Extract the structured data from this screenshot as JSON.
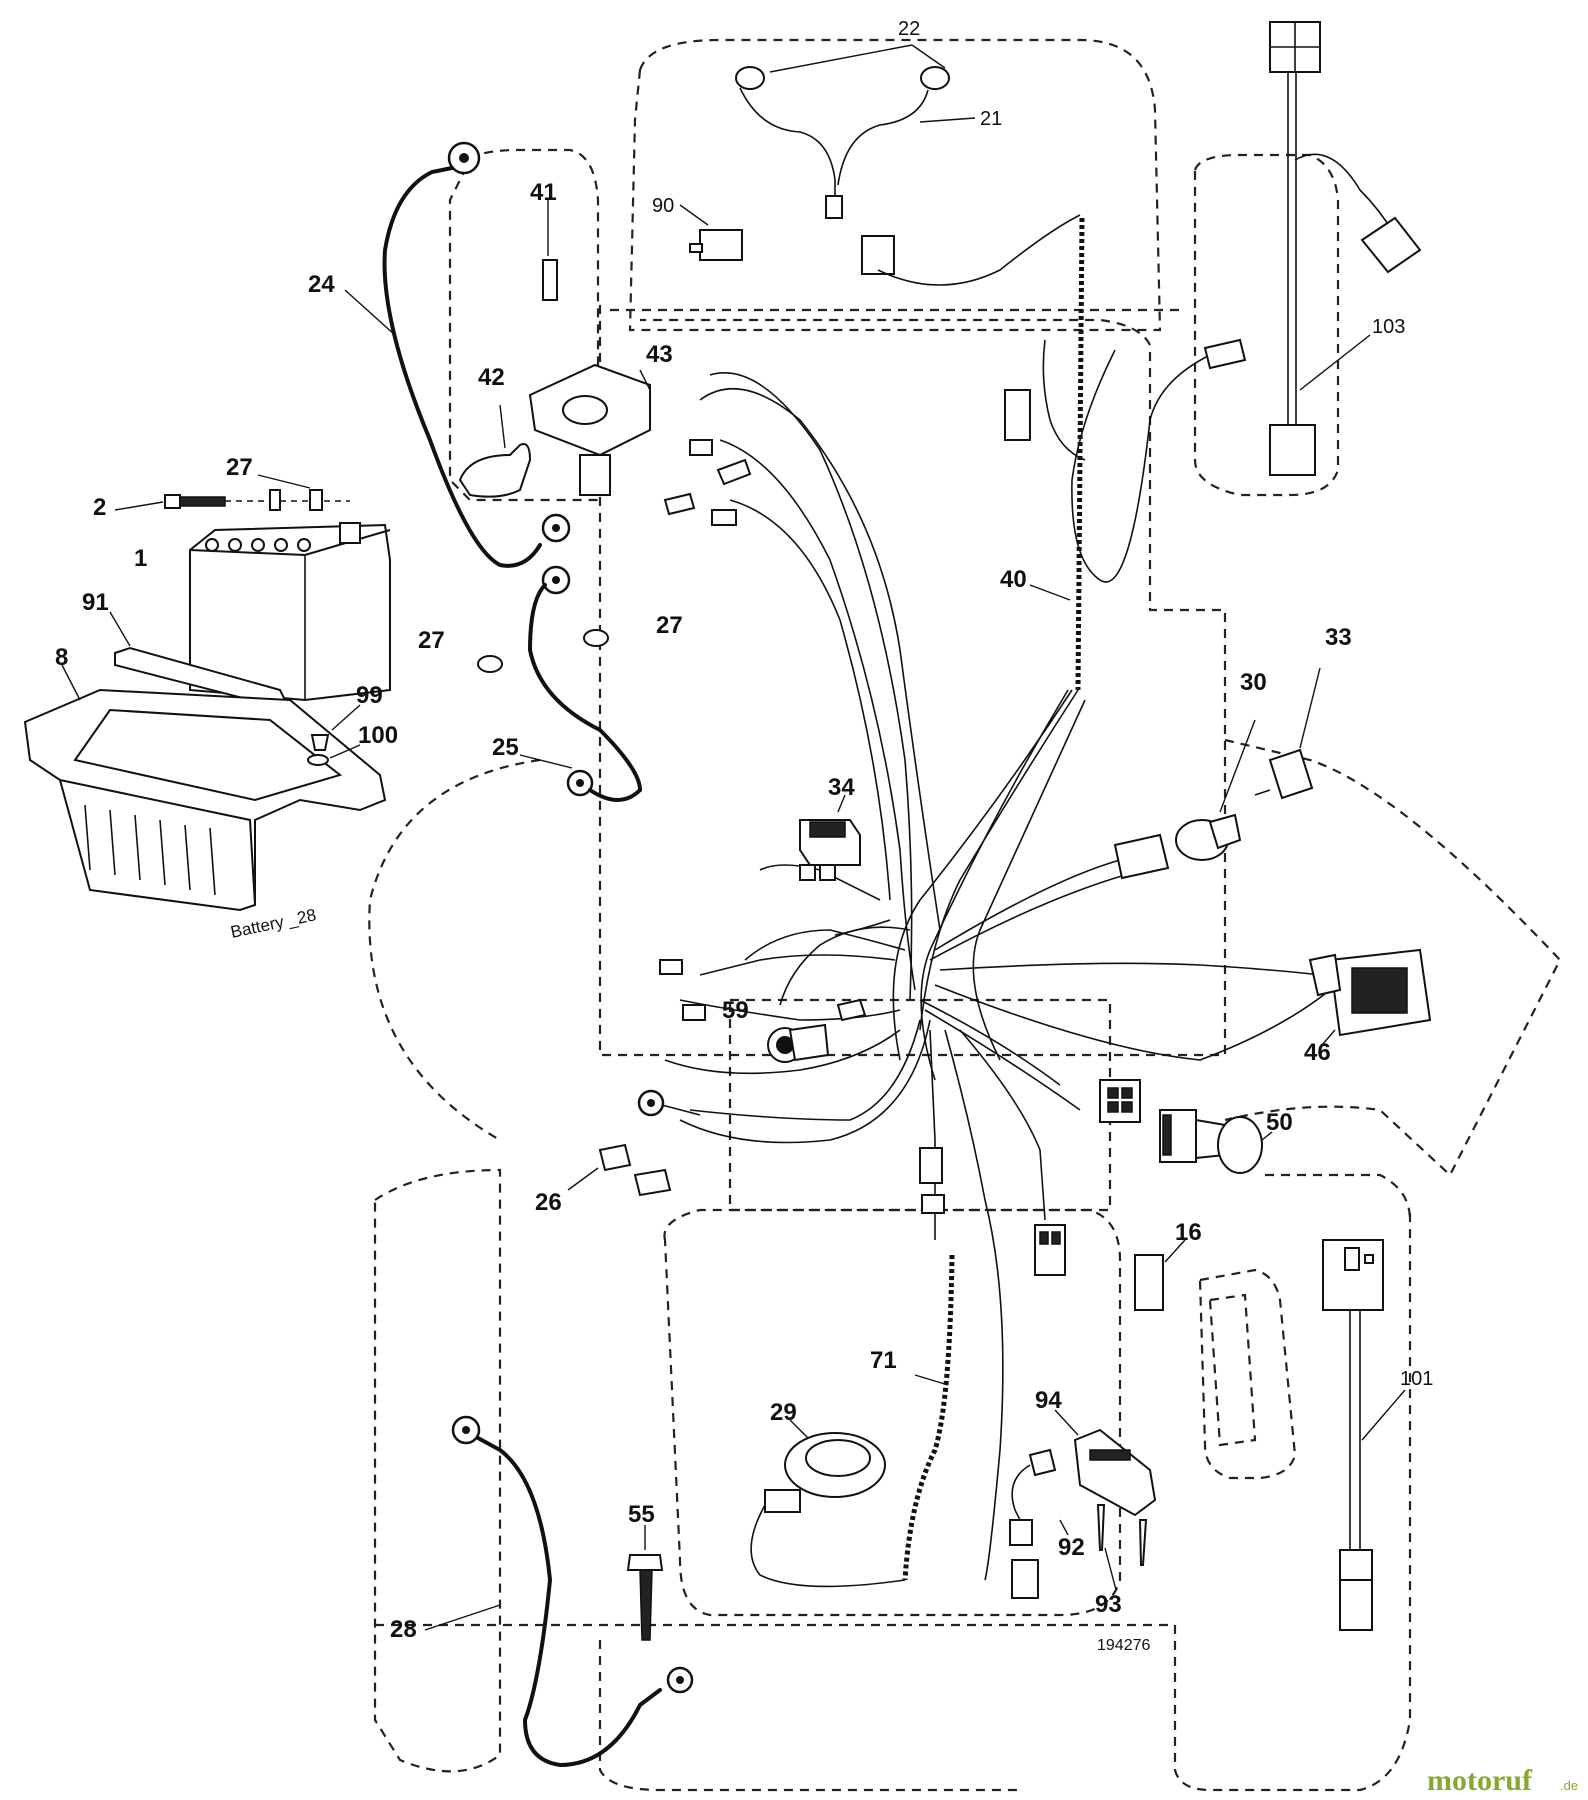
{
  "diagram": {
    "drawing_number": "194276",
    "battery_caption": "Battery _28",
    "callouts": {
      "c1": "1",
      "c2": "2",
      "c8": "8",
      "c16": "16",
      "c21": "21",
      "c22": "22",
      "c24": "24",
      "c25": "25",
      "c26": "26",
      "c27a": "27",
      "c27b": "27",
      "c27c": "27",
      "c28": "28",
      "c29": "29",
      "c30": "30",
      "c33": "33",
      "c34": "34",
      "c40": "40",
      "c41": "41",
      "c42": "42",
      "c43": "43",
      "c46": "46",
      "c50": "50",
      "c55": "55",
      "c59": "59",
      "c71": "71",
      "c90": "90",
      "c91": "91",
      "c92": "92",
      "c93": "93",
      "c94": "94",
      "c99": "99",
      "c100": "100",
      "c101": "101",
      "c103": "103"
    }
  },
  "watermark": {
    "brand": "motoruf",
    "suffix": ".de"
  }
}
